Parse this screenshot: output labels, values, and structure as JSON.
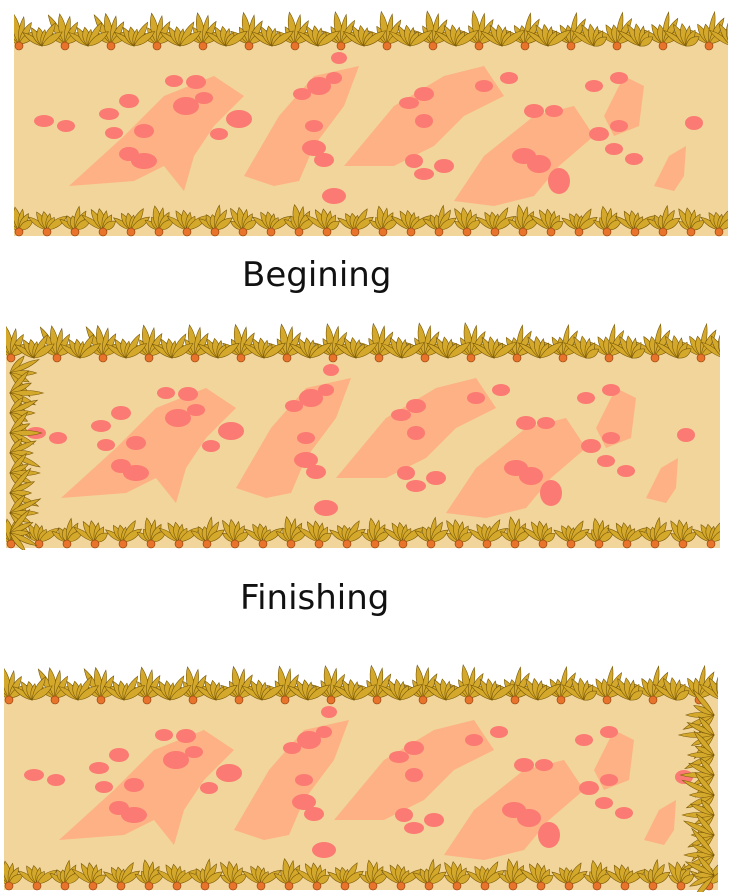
{
  "captions": {
    "beginning": "Begining",
    "finishing": "Finishing"
  },
  "panels": [
    {
      "id": "top",
      "left_border": false,
      "right_border": false
    },
    {
      "id": "middle",
      "left_border": true,
      "right_border": false
    },
    {
      "id": "bottom",
      "left_border": false,
      "right_border": true
    }
  ],
  "colors": {
    "sand": "#f2d59a",
    "leaf_fill": "#d4a82a",
    "leaf_edge": "#7a5a0a",
    "flower": "#e8742c",
    "coral_shape": "#fdb184",
    "coral_spot": "#fb7a73"
  }
}
